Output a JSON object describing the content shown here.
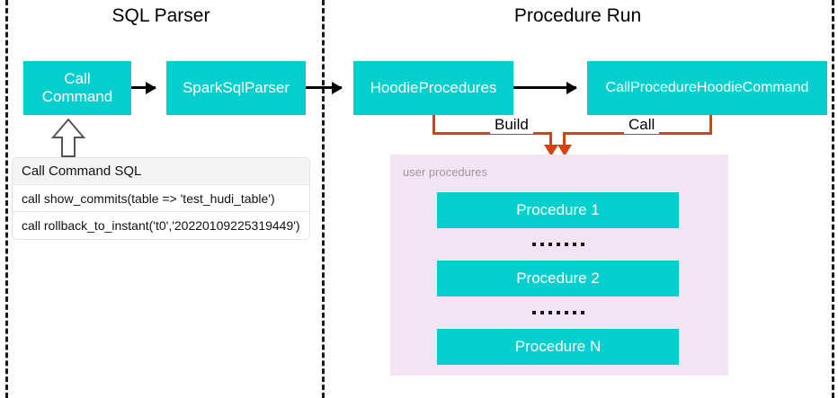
{
  "sections": {
    "left_title": "SQL Parser",
    "right_title": "Procedure Run"
  },
  "nodes": {
    "call_command": "Call\nCommand",
    "call_command_line1": "Call",
    "call_command_line2": "Command",
    "spark_sql_parser": "SparkSqlParser",
    "hoodie_procedures": "HoodieProcedures",
    "call_procedure_hoodie_command": "CallProcedureHoodieCommand"
  },
  "edges": {
    "build_label": "Build",
    "call_label": "Call"
  },
  "sql_table": {
    "header": "Call Command SQL",
    "rows": [
      "call show_commits(table => 'test_hudi_table')",
      "call rollback_to_instant('t0','20220109225319449')"
    ]
  },
  "user_procedures": {
    "label": "user procedures",
    "items": [
      "Procedure 1",
      "Procedure 2",
      "Procedure N"
    ],
    "separator": "......."
  },
  "colors": {
    "teal": "#04CFCF",
    "orange": "#D8420E",
    "panel_purple": "#F3E4F4",
    "divider": "#1a1a1a",
    "table_header_bg": "#f4f4f4"
  }
}
